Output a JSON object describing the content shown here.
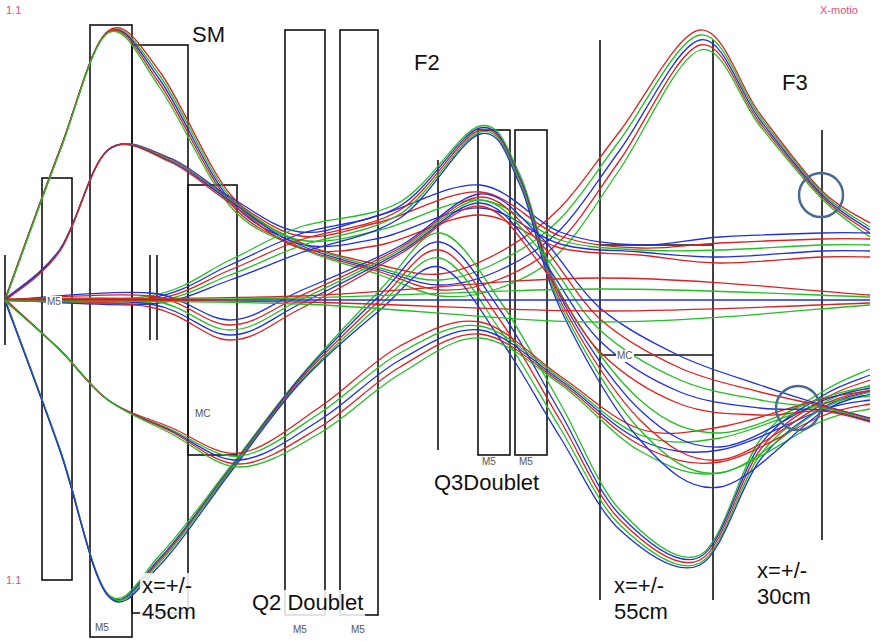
{
  "diagram": {
    "labels": [
      "1.1",
      "SM",
      "F2",
      "X-motio",
      "F3",
      "M5",
      "MC",
      "M5",
      "Q3Doublet",
      "M5",
      "M5",
      "MC",
      "1.1",
      "x=+/- 45cm",
      "M5",
      "M5",
      "Q2 Doublet",
      "x=+/- 55cm",
      "x=+/- 30cm"
    ]
  }
}
